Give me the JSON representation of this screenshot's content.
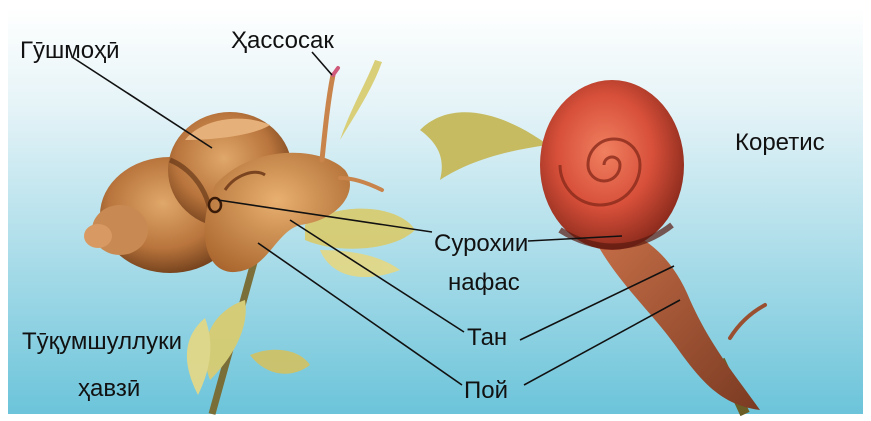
{
  "labels": {
    "gushmohi": "Гӯшмоҳӣ",
    "hassosak": "Ҳассосак",
    "koretis": "Коретис",
    "suroxii": "Сурохии",
    "nafas": "нафас",
    "tan": "Тан",
    "poy": "Пой",
    "tukumshulluki": "Тӯқумшуллуки",
    "havzi": "ҳавзӣ"
  },
  "colors": {
    "sky_top": "#ffffff",
    "sky_bottom": "#6cc4da",
    "shell_left": "#b8743c",
    "shell_right": "#d8503a",
    "leaf": "#d8cc72",
    "leader_line": "#111111"
  }
}
